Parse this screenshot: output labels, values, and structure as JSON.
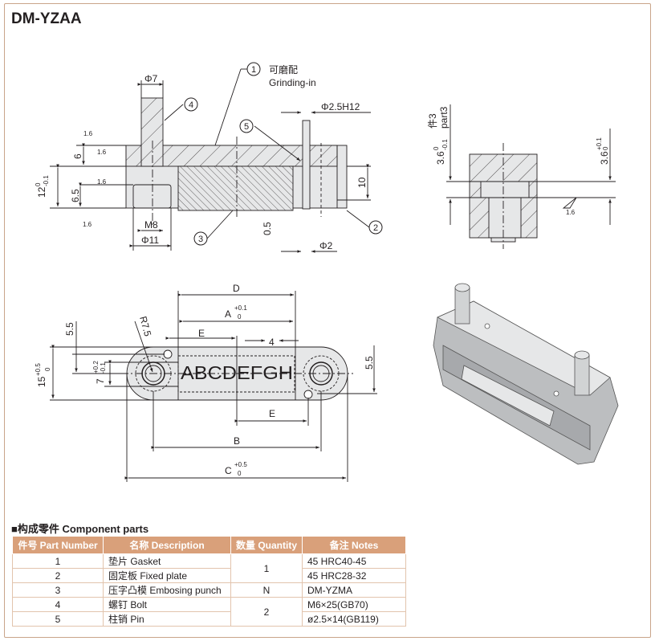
{
  "title": "DM-YZAA",
  "top_view": {
    "callouts": [
      "1",
      "2",
      "3",
      "4",
      "5"
    ],
    "grinding_cn": "可磨配",
    "grinding_en": "Grinding-in",
    "dims": {
      "phi7": "Φ7",
      "phi25h12": "Φ2.5H12",
      "six": "6",
      "twelve": "12",
      "twelve_tol_up": "0",
      "twelve_tol_low": "-0.1",
      "six5": "6.5",
      "m8": "M8",
      "phi11": "Φ11",
      "ten": "10",
      "half": "0.5",
      "phi2": "Φ2"
    },
    "roughness": "1.6"
  },
  "side_view": {
    "part_cn": "件3",
    "part_en": "part3",
    "left_dim": "3.6",
    "left_up": "0",
    "left_low": "-0.1",
    "right_dim": "3.6",
    "right_up": "+0.1",
    "right_low": "0",
    "roughness": "1.6"
  },
  "plan_view": {
    "letters": "ABCDEFGH",
    "D": "D",
    "A": "A",
    "A_up": "+0.1",
    "A_low": "0",
    "E": "E",
    "four": "4",
    "R": "R7.5",
    "five5": "5.5",
    "fifteen": "15",
    "fifteen_up": "+0.5",
    "fifteen_low": "0",
    "seven": "7",
    "seven_up": "+0.2",
    "seven_low": "-0.1",
    "B": "B",
    "C": "C",
    "C_up": "+0.5",
    "C_low": "0"
  },
  "parts": {
    "heading": "■构成零件 Component parts",
    "columns": [
      "件号 Part Number",
      "名称 Description",
      "数量 Quantity",
      "备注 Notes"
    ],
    "rows": [
      {
        "no": "1",
        "desc": "垫片 Gasket",
        "notes": "45 HRC40-45"
      },
      {
        "no": "2",
        "desc": "固定板 Fixed plate",
        "notes": "45 HRC28-32"
      },
      {
        "no": "3",
        "desc": "压字凸模 Embosing punch",
        "notes": "DM-YZMA"
      },
      {
        "no": "4",
        "desc": "螺钉 Bolt",
        "notes": "M6×25(GB70)"
      },
      {
        "no": "5",
        "desc": "柱销 Pin",
        "notes": "ø2.5×14(GB119)"
      }
    ],
    "quantities": [
      "1",
      "N",
      "2"
    ]
  }
}
